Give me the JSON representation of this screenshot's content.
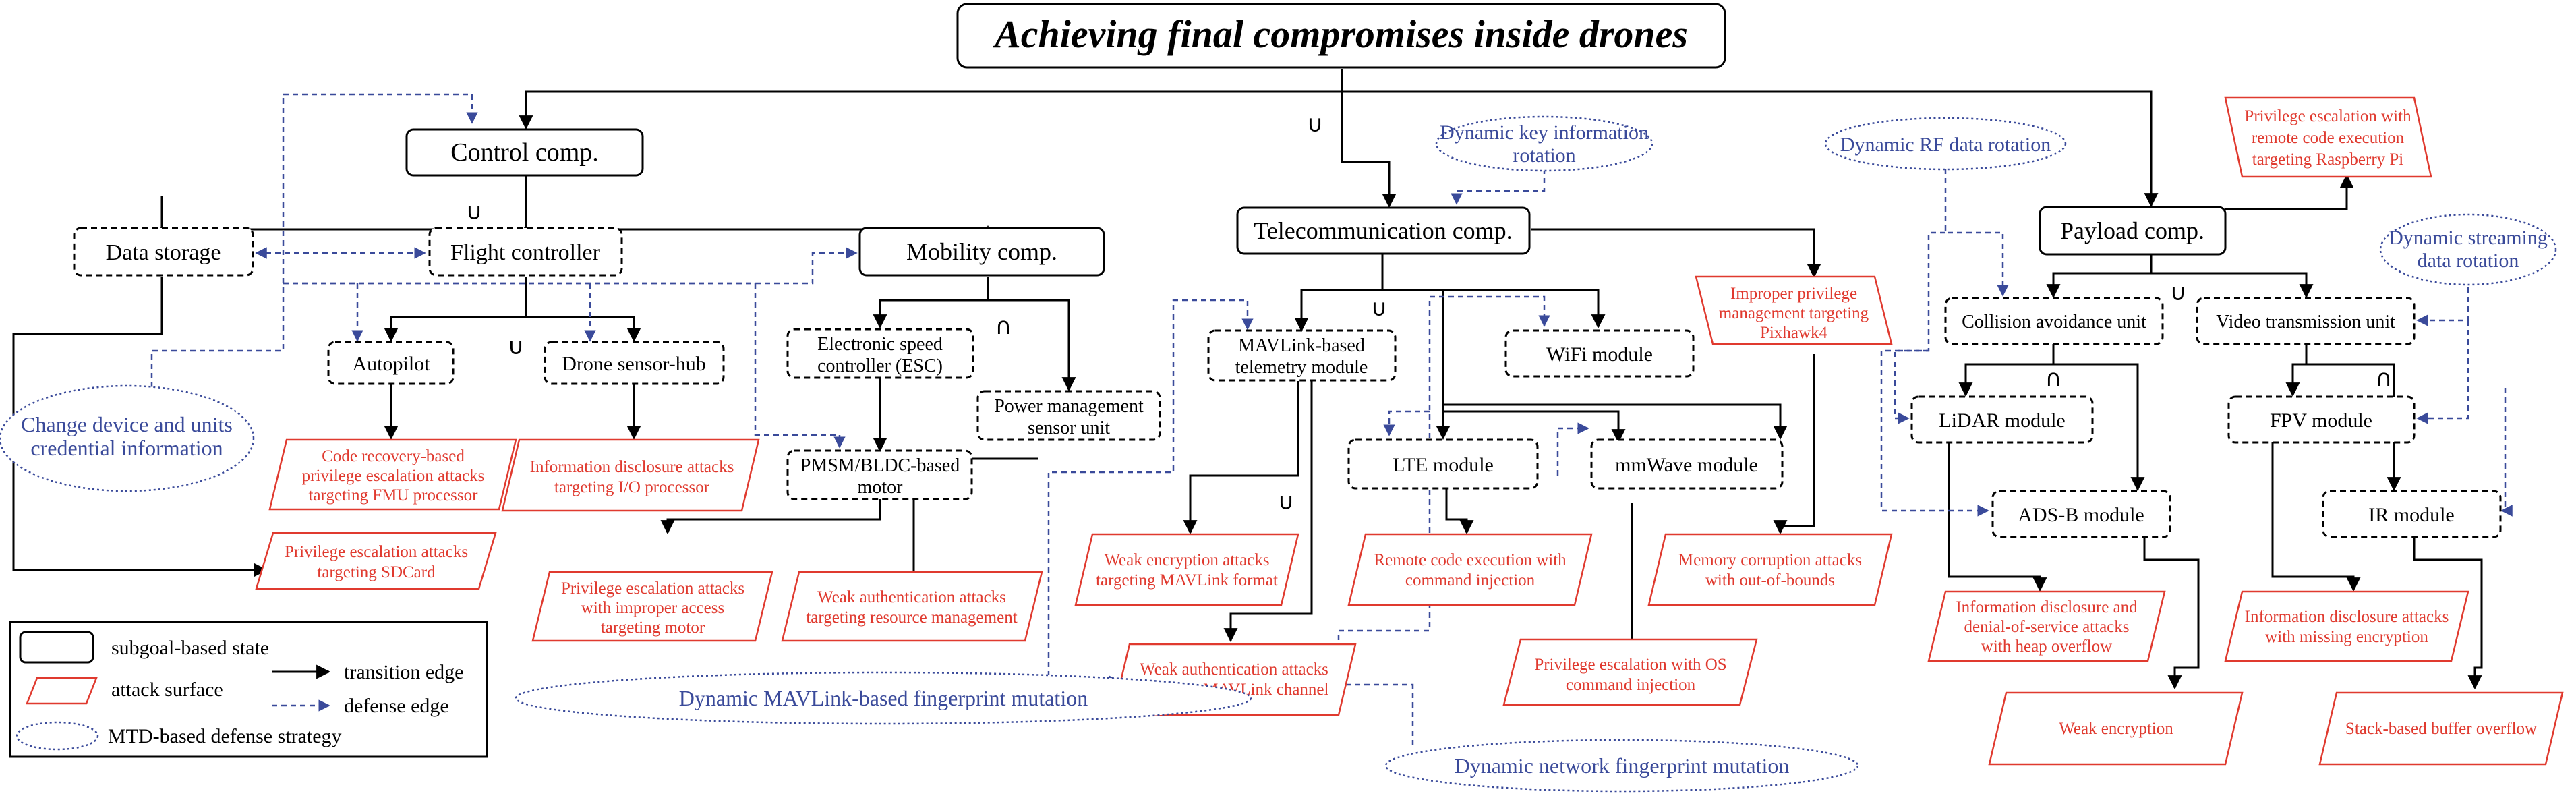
{
  "title": "Achieving final compromises inside drones",
  "colors": {
    "state": "#000000",
    "attack": "#e03a2f",
    "defense": "#3a4a9a"
  },
  "states": {
    "control": "Control comp.",
    "data_storage": "Data storage",
    "flight_controller": "Flight controller",
    "mobility": "Mobility comp.",
    "autopilot": "Autopilot",
    "drone_sensor_hub": "Drone sensor-hub",
    "esc": [
      "Electronic speed",
      "controller (ESC)"
    ],
    "power_mgmt": [
      "Power management",
      "sensor unit"
    ],
    "pmsm": [
      "PMSM/BLDC-based",
      "motor"
    ],
    "telecom": "Telecommunication comp.",
    "mavlink_telemetry": [
      "MAVLink-based",
      "telemetry module"
    ],
    "wifi": "WiFi module",
    "lte": "LTE module",
    "mmwave": "mmWave module",
    "payload": "Payload comp.",
    "collision": "Collision avoidance unit",
    "video": "Video transmission unit",
    "lidar": "LiDAR module",
    "adsb": "ADS-B module",
    "fpv": "FPV module",
    "ir": "IR module"
  },
  "operators": {
    "union": "∪",
    "intersection": "∩"
  },
  "attacks": {
    "raspberry": [
      "Privilege escalation with",
      "remote code execution",
      "targeting Raspberry Pi"
    ],
    "pixhawk": [
      "Improper privilege",
      "management targeting",
      "Pixhawk4"
    ],
    "fmu": [
      "Code recovery-based",
      "privilege escalation attacks",
      "targeting FMU processor"
    ],
    "io": [
      "Information disclosure attacks",
      "targeting I/O processor"
    ],
    "sdcard": [
      "Privilege escalation attacks",
      "targeting SDCard"
    ],
    "motor": [
      "Privilege escalation attacks",
      "with improper access",
      "targeting motor"
    ],
    "resource": [
      "Weak authentication attacks",
      "targeting resource management"
    ],
    "mav_format": [
      "Weak encryption attacks",
      "targeting MAVLink format"
    ],
    "mav_channel": [
      "Weak authentication attacks",
      "targeting MAVLink channel"
    ],
    "rce": [
      "Remote code execution with",
      "command injection"
    ],
    "memory": [
      "Memory corruption attacks",
      "with out-of-bounds"
    ],
    "os_cmd": [
      "Privilege escalation with OS",
      "command injection"
    ],
    "heap": [
      "Information disclosure and",
      "denial-of-service attacks",
      "with heap overflow"
    ],
    "weak_enc": [
      "Weak encryption"
    ],
    "missing_enc": [
      "Information disclosure attacks",
      "with missing encryption"
    ],
    "stack": [
      "Stack-based buffer overflow"
    ]
  },
  "defenses": {
    "key_rotation": [
      "Dynamic key information",
      "rotation"
    ],
    "rf_rotation": [
      "Dynamic RF data rotation"
    ],
    "streaming": [
      "Dynamic streaming",
      "data rotation"
    ],
    "credential": [
      "Change device and units",
      "credential information"
    ],
    "mavlink_fp": [
      "Dynamic MAVLink-based fingerprint mutation"
    ],
    "network_fp": [
      "Dynamic network fingerprint mutation"
    ]
  },
  "legend": {
    "state": "subgoal-based state",
    "attack": "attack surface",
    "defense_strategy": "MTD-based defense strategy",
    "transition": "transition edge",
    "defense_edge": "defense edge"
  }
}
